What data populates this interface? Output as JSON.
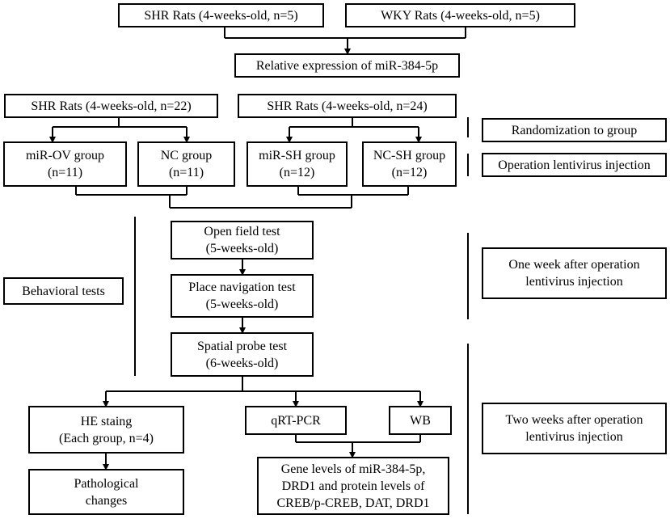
{
  "top": {
    "shr_control": "SHR Rats (4-weeks-old, n=5)",
    "wky_control": "WKY Rats (4-weeks-old, n=5)",
    "relative_expression": "Relative expression of miR-384-5p"
  },
  "cohorts": {
    "shr_left": "SHR Rats (4-weeks-old, n=22)",
    "shr_right": "SHR Rats (4-weeks-old, n=24)"
  },
  "groups": {
    "mir_ov": {
      "line1": "miR-OV group",
      "line2": "(n=11)"
    },
    "nc": {
      "line1": "NC group",
      "line2": "(n=11)"
    },
    "mir_sh": {
      "line1": "miR-SH group",
      "line2": "(n=12)"
    },
    "nc_sh": {
      "line1": "NC-SH group",
      "line2": "(n=12)"
    }
  },
  "tests": {
    "open_field": {
      "line1": "Open field test",
      "line2": "(5-weeks-old)"
    },
    "place_navigation": {
      "line1": "Place navigation test",
      "line2": "(5-weeks-old)"
    },
    "spatial_probe": {
      "line1": "Spatial probe test",
      "line2": "(6-weeks-old)"
    }
  },
  "behavioral_label": "Behavioral tests",
  "analysis": {
    "he_staining": {
      "line1": "HE staing",
      "line2": "(Each group, n=4)"
    },
    "pathological": {
      "line1": "Pathological",
      "line2": "changes"
    },
    "qrt_pcr": "qRT-PCR",
    "wb": "WB",
    "gene_levels": {
      "line1": "Gene levels of miR-384-5p,",
      "line2": "DRD1 and protein levels of",
      "line3": "CREB/p-CREB, DAT, DRD1"
    }
  },
  "timeline": {
    "randomization": "Randomization to group",
    "operation": "Operation lentivirus injection",
    "one_week": {
      "line1": "One week after operation",
      "line2": "lentivirus injection"
    },
    "two_weeks": {
      "line1": "Two weeks after operation",
      "line2": "lentivirus injection"
    }
  }
}
